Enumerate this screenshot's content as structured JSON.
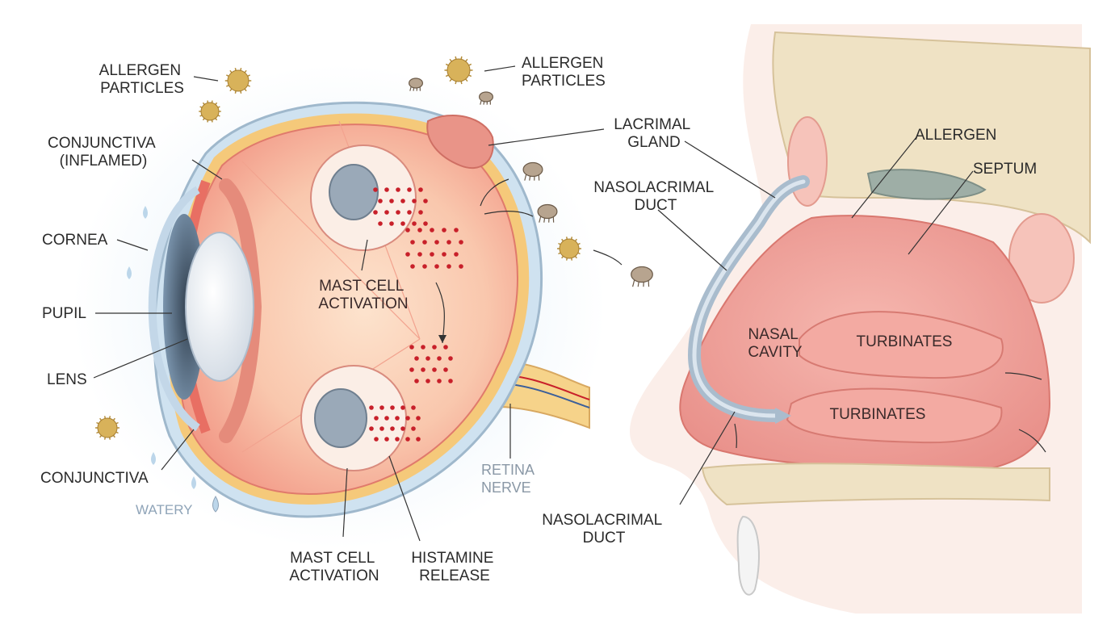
{
  "labels": {
    "allergen_particles_left": [
      "ALLERGEN",
      "PARTICLES"
    ],
    "allergen_particles_top": [
      "ALLERGEN",
      "PARTICLES"
    ],
    "conjunctiva_inflamed": [
      "CONJUNCTIVA",
      "(INFLAMED)"
    ],
    "cornea": "CORNEA",
    "pupil": "PUPIL",
    "lens": "LENS",
    "conjunctiva": "CONJUNCTIVA",
    "watery": "WATERY",
    "mast_cell_activation_center": [
      "MAST CELL",
      "ACTIVATION"
    ],
    "mast_cell_activation_bottom": [
      "MAST CELL",
      "ACTIVATION"
    ],
    "histamine_release": [
      "HISTAMINE",
      "RELEASE"
    ],
    "retina_nerve": [
      "RETINA",
      "NERVE"
    ],
    "lacrimal_gland": [
      "LACRIMAL",
      "GLAND"
    ],
    "nasolacrimal_duct_top": [
      "NASOLACRIMAL",
      "DUCT"
    ],
    "nasolacrimal_duct_bottom": [
      "NASOLACRIMAL",
      "DUCT"
    ],
    "allergen": "ALLERGEN",
    "septum": "SEPTUM",
    "nasal_cavity": [
      "NASAL",
      "CAVITY"
    ],
    "turbinates_upper": "TURBINATES",
    "turbinates_lower": "TURBINATES"
  },
  "colors": {
    "eye_tissue": "#f4a99a",
    "eye_inner": "#fbd6bf",
    "sclera_band": "#f5c97a",
    "iris": "#6f8aa6",
    "lens": "#eef2f6",
    "tear_blue": "#bcd6ea",
    "mast_cell": "#9aa9b8",
    "histamine": "#c8202a",
    "allergen_pollen": "#d8b25a",
    "mite": "#b7a48f",
    "nasal_tissue": "#ee9f98",
    "bone": "#efe2c4",
    "duct": "#a9bccd"
  }
}
